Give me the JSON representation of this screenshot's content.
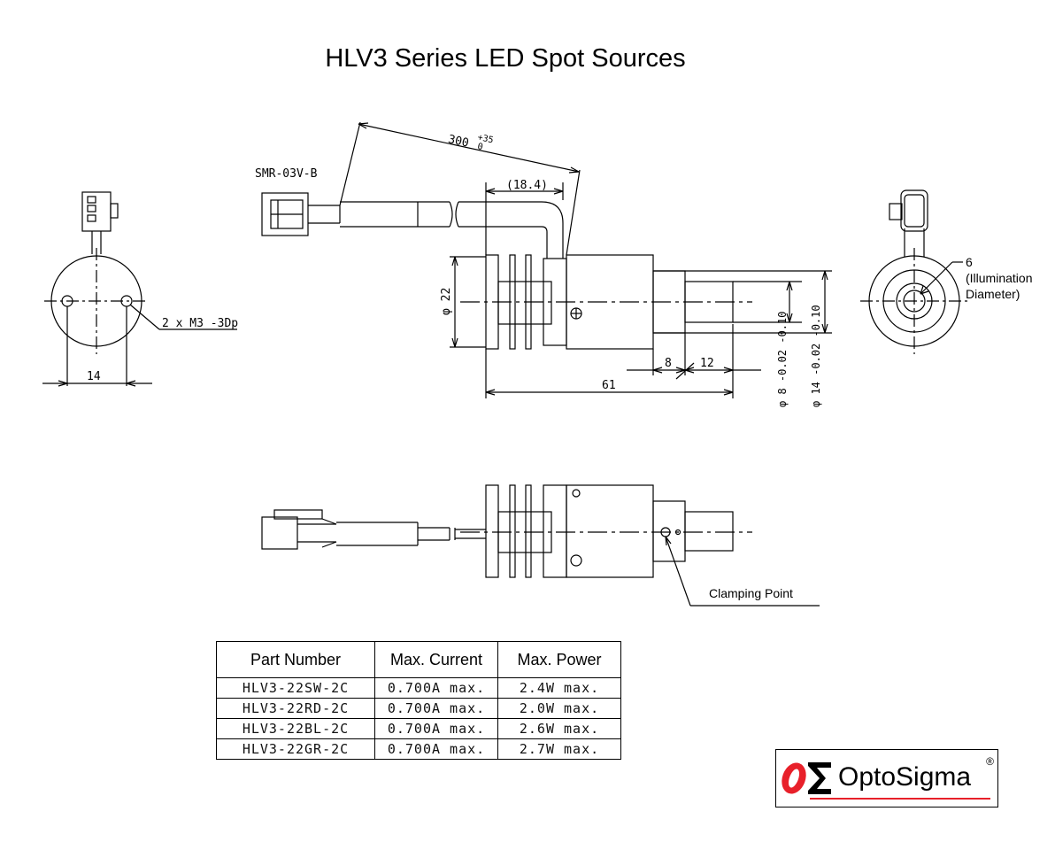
{
  "title": "HLV3 Series LED Spot Sources",
  "labels": {
    "connector": "SMR-03V-B",
    "cable_length": "300",
    "cable_tol_upper": "+35",
    "cable_tol_lower": "0",
    "fin_length": "(18.4)",
    "body_dia": "φ 22",
    "mount_screw": "2 x M3 -3Dp",
    "hole_pitch": "14",
    "dim_8": "8",
    "dim_12": "12",
    "total_length": "61",
    "nose_dia": "φ 8 -0.02 -0.10",
    "shaft_dia": "φ 14 -0.02 -0.10",
    "illum_value": "6",
    "illum_line1": "(Illumination",
    "illum_line2": "Diameter)",
    "clamping": "Clamping Point"
  },
  "table": {
    "headers": [
      "Part Number",
      "Max. Current",
      "Max. Power"
    ],
    "rows": [
      [
        "HLV3-22SW-2C",
        "0.700A max.",
        "2.4W max."
      ],
      [
        "HLV3-22RD-2C",
        "0.700A max.",
        "2.0W max."
      ],
      [
        "HLV3-22BL-2C",
        "0.700A max.",
        "2.6W max."
      ],
      [
        "HLV3-22GR-2C",
        "0.700A max.",
        "2.7W max."
      ]
    ]
  },
  "logo": {
    "name": "OptoSigma",
    "registered": "®",
    "color": "#e8202a"
  }
}
